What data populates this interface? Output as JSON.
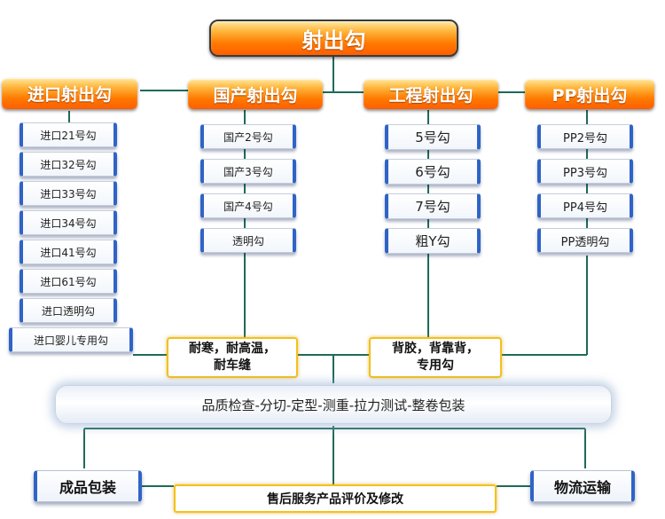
{
  "title": "射出勾",
  "categories": [
    {
      "label": "进口射出勾",
      "items": [
        "进口21号勾",
        "进口32号勾",
        "进口33号勾",
        "进口34号勾",
        "进口41号勾",
        "进口61号勾",
        "进口透明勾",
        "进口婴儿专用勾"
      ]
    },
    {
      "label": "国产射出勾",
      "items": [
        "国产2号勾",
        "国产3号勾",
        "国产4号勾",
        "透明勾"
      ]
    },
    {
      "label": "工程射出勾",
      "items": [
        "5号勾",
        "6号勾",
        "7号勾",
        "粗Y勾"
      ]
    },
    {
      "label": "PP射出勾",
      "items": [
        "PP2号勾",
        "PP3号勾",
        "PP4号勾",
        "PP透明勾"
      ]
    }
  ],
  "notes": [
    {
      "line1": "耐寒，耐高温，",
      "line2": "耐车缝"
    },
    {
      "line1": "背胶，背靠背，",
      "line2": "专用勾"
    }
  ],
  "process": "品质检查-分切-定型-测重-拉力测试-整卷包装",
  "bottom": {
    "left": "成品包装",
    "middle": "售后服务产品评价及修改",
    "right": "物流运输"
  }
}
